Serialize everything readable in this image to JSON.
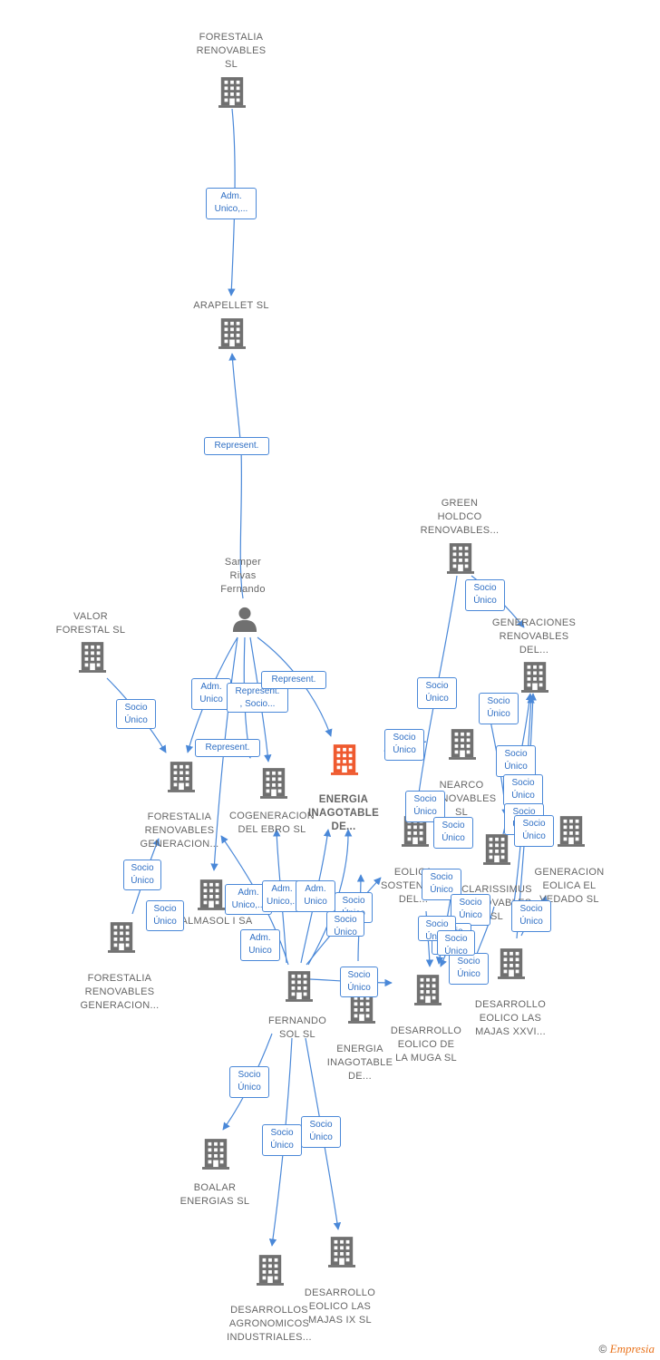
{
  "colors": {
    "edge": "#4a88d8",
    "node": "#707070",
    "focus": "#ef5a2f",
    "label_text": "#666666"
  },
  "nodes": [
    {
      "id": "forestalia_sl",
      "label": "FORESTALIA\nRENOVABLES\nSL",
      "icon": "building-icon"
    },
    {
      "id": "arapellet",
      "label": "ARAPELLET  SL",
      "icon": "building-icon"
    },
    {
      "id": "samper",
      "label": "Samper\nRivas\nFernando",
      "icon": "person-icon"
    },
    {
      "id": "valor_forestal",
      "label": "VALOR\nFORESTAL SL",
      "icon": "building-icon"
    },
    {
      "id": "forestalia_gen1",
      "label": "FORESTALIA\nRENOVABLES\nGENERACION...",
      "icon": "building-icon"
    },
    {
      "id": "forestalia_gen2",
      "label": "FORESTALIA\nRENOVABLES\nGENERACION...",
      "icon": "building-icon"
    },
    {
      "id": "cogeneracion",
      "label": "COGENERACION\nDEL EBRO  SL",
      "icon": "building-icon"
    },
    {
      "id": "energia_focus",
      "label": "ENERGIA\nINAGOTABLE\nDE...",
      "icon": "building-icon",
      "focus": true
    },
    {
      "id": "green_holdco",
      "label": "GREEN\nHOLDCO\nRENOVABLES...",
      "icon": "building-icon"
    },
    {
      "id": "generaciones",
      "label": "GENERACIONES\nRENOVABLES\nDEL...",
      "icon": "building-icon"
    },
    {
      "id": "nearco",
      "label": "NEARCO\nRENOVABLES\nSL",
      "icon": "building-icon"
    },
    {
      "id": "eolica_sostenible",
      "label": "EOLICA\nSOSTENIBLE\nDEL...",
      "icon": "building-icon"
    },
    {
      "id": "clarissimus",
      "label": "CLARISSIMUS\nRENOVABLES\nSL",
      "icon": "building-icon"
    },
    {
      "id": "gen_eolica_vedado",
      "label": "GENERACION\nEOLICA EL\nVEDADO SL",
      "icon": "building-icon"
    },
    {
      "id": "almasol",
      "label": "ALMASOL I SA",
      "icon": "building-icon"
    },
    {
      "id": "fernando_sol",
      "label": "FERNANDO\nSOL SL",
      "icon": "building-icon"
    },
    {
      "id": "energia_2",
      "label": "ENERGIA\nINAGOTABLE\nDE...",
      "icon": "building-icon"
    },
    {
      "id": "des_muga",
      "label": "DESARROLLO\nEOLICO DE\nLA MUGA SL",
      "icon": "building-icon"
    },
    {
      "id": "des_majas_xxvi",
      "label": "DESARROLLO\nEOLICO LAS\nMAJAS XXVI...",
      "icon": "building-icon"
    },
    {
      "id": "boalar",
      "label": "BOALAR\nENERGIAS  SL",
      "icon": "building-icon"
    },
    {
      "id": "des_agronomicos",
      "label": "DESARROLLOS\nAGRONOMICOS\nINDUSTRIALES...",
      "icon": "building-icon"
    },
    {
      "id": "des_majas_ix",
      "label": "DESARROLLO\nEOLICO LAS\nMAJAS IX  SL",
      "icon": "building-icon"
    }
  ],
  "edge_labels": [
    "Adm.\nUnico,...",
    "Represent.",
    "Socio\nÚnico",
    "Adm.\nUnico",
    "Represent.\n, Socio...",
    "Represent.",
    "Represent.",
    "Socio\nÚnico",
    "Socio\nÚnico",
    "Adm.\nUnico,...",
    "Adm.\nUnico,...",
    "Adm.\nUnico",
    "Adm.\nUnico",
    "Socio\nÚnico",
    "Socio\nÚnico",
    "Socio\nÚnico",
    "Socio\nÚnico",
    "Socio\nÚnico",
    "Socio\nÚnico",
    "Socio\nÚnico",
    "Socio\nÚnico",
    "Socio\nÚnico",
    "Socio\nÚnico",
    "Socio\nÚnico",
    "Socio\nÚnico",
    "Socio\nÚnico",
    "Socio\nÚnico",
    "Socio\nÚnico",
    "Socio\nÚnico",
    "Socio\nÚnico",
    "Socio\nÚnico",
    "Socio\nÚnico",
    "Socio\nÚnico",
    "Socio\nÚnico",
    "Socio\nÚnico",
    "Socio\nÚnico"
  ],
  "footer": {
    "symbol": "©",
    "brand": "Empresia"
  }
}
